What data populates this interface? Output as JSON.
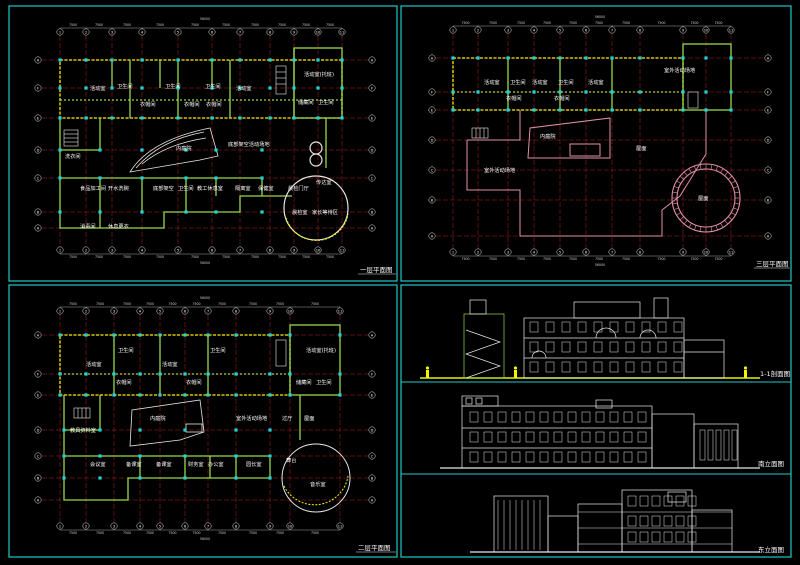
{
  "colors": {
    "background": "#000000",
    "frame": "#21c7c7",
    "wall_yellow": "#f4f400",
    "wall_green": "#9bd84a",
    "grid_red": "#b21e24",
    "column_cyan": "#22d3d3",
    "interior_pink": "#e28fa8",
    "elevation_white": "#e8e8e8",
    "ground_line": "#e8f400"
  },
  "drawing_titles": {
    "first_floor": "一层平面图",
    "third_floor": "三层平面图",
    "second_floor": "二层平面图",
    "section_1_1": "1-1剖面图",
    "south_elevation": "南立面图",
    "east_elevation": "东立面图"
  },
  "first_floor_rooms": [
    "活动室",
    "卫生间",
    "卫生间",
    "卫生间",
    "活动室",
    "活动室(托班)",
    "衣帽间",
    "衣帽间",
    "衣帽间",
    "储藏间",
    "卫生间",
    "内庭院",
    "底部架空活动场地",
    "洗衣间",
    "传达室",
    "食品加工间",
    "开水洗碗",
    "底部架空",
    "卫生间",
    "教工休息室",
    "隔离室",
    "保健室",
    "晨检门厅",
    "消毒间",
    "休息更衣",
    "晨检室",
    "家长等待区"
  ],
  "third_floor_rooms": [
    "活动室",
    "卫生间",
    "活动室",
    "卫生间",
    "活动室",
    "室外活动场地",
    "衣帽间",
    "衣帽间",
    "内庭院",
    "屋面",
    "室外活动场地",
    "屋面"
  ],
  "second_floor_rooms": [
    "活动室",
    "卫生间",
    "活动室",
    "卫生间",
    "活动室(托班)",
    "衣帽间",
    "衣帽间",
    "储藏间",
    "卫生间",
    "教具资料室",
    "内庭院",
    "室外活动场地",
    "过厅",
    "屋面",
    "会议室",
    "备课室",
    "备课室",
    "财务室",
    "办公室",
    "园长室",
    "舞台",
    "音乐室"
  ],
  "axis_letters": [
    "A",
    "B",
    "C",
    "D",
    "E",
    "F"
  ],
  "axis_numbers": [
    "1",
    "2",
    "3",
    "4",
    "5",
    "6",
    "7",
    "8",
    "9",
    "10",
    "11"
  ],
  "dims_top": [
    "7500",
    "7500",
    "7500",
    "7500",
    "7500",
    "7500",
    "7500"
  ],
  "dims_overall": "56000"
}
